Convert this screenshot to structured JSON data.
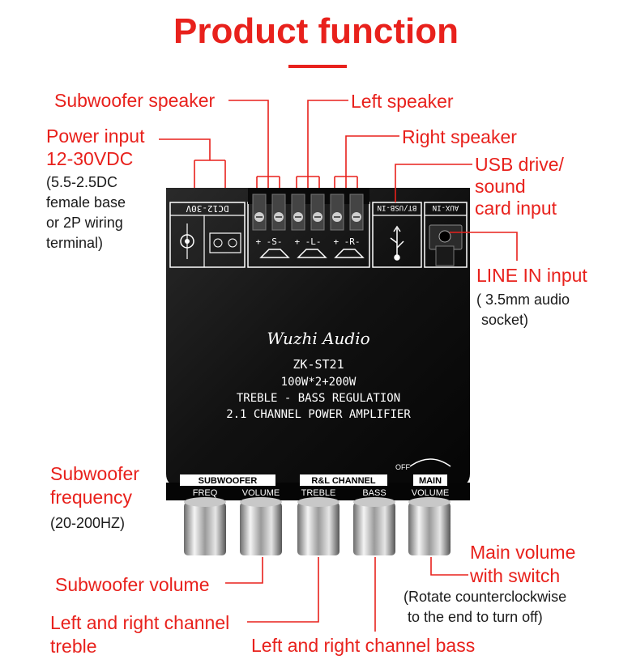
{
  "title": "Product function",
  "labels": {
    "subwoofer_speaker": "Subwoofer speaker",
    "left_speaker": "Left speaker",
    "right_speaker": "Right speaker",
    "power_input": "Power input",
    "power_voltage": "12-30VDC",
    "power_note": [
      "(5.5-2.5DC",
      "female base",
      "or 2P wiring",
      "terminal)"
    ],
    "usb_input": [
      "USB drive/",
      "sound",
      "card input"
    ],
    "line_in": "LINE IN input",
    "line_in_note": [
      "( 3.5mm audio",
      "socket)"
    ],
    "sub_frequency": [
      "Subwoofer",
      "frequency"
    ],
    "sub_frequency_range": "(20-200HZ)",
    "sub_volume": "Subwoofer volume",
    "lr_treble": [
      "Left and right channel",
      "treble"
    ],
    "lr_bass": "Left and right channel bass",
    "main_volume": [
      "Main volume",
      "with switch"
    ],
    "main_volume_note": [
      "(Rotate counterclockwise",
      "to the end to turn off)"
    ]
  },
  "board": {
    "brand": "Wuzhi Audio",
    "model": "ZK-ST21",
    "power": "100W*2+200W",
    "feature1": "TREBLE - BASS REGULATION",
    "feature2": "2.1 CHANNEL POWER AMPLIFIER",
    "dc_label": "DC12-30V",
    "bt_label": "BT/USB-IN",
    "aux_label": "AUX-IN",
    "spk_s": "+ -S-",
    "spk_l": "+ -L-",
    "spk_r": "+ -R-",
    "group_sub": "SUBWOOFER",
    "group_rl": "R&L CHANNEL",
    "group_main": "MAIN",
    "knob_freq": "FREQ",
    "knob_volume": "VOLUME",
    "knob_treble": "TREBLE",
    "knob_bass": "BASS",
    "knob_main_volume": "VOLUME",
    "off": "OFF"
  },
  "colors": {
    "accent": "#e8211c",
    "board": "#0d0d0d",
    "panel_line": "#ffffff"
  }
}
